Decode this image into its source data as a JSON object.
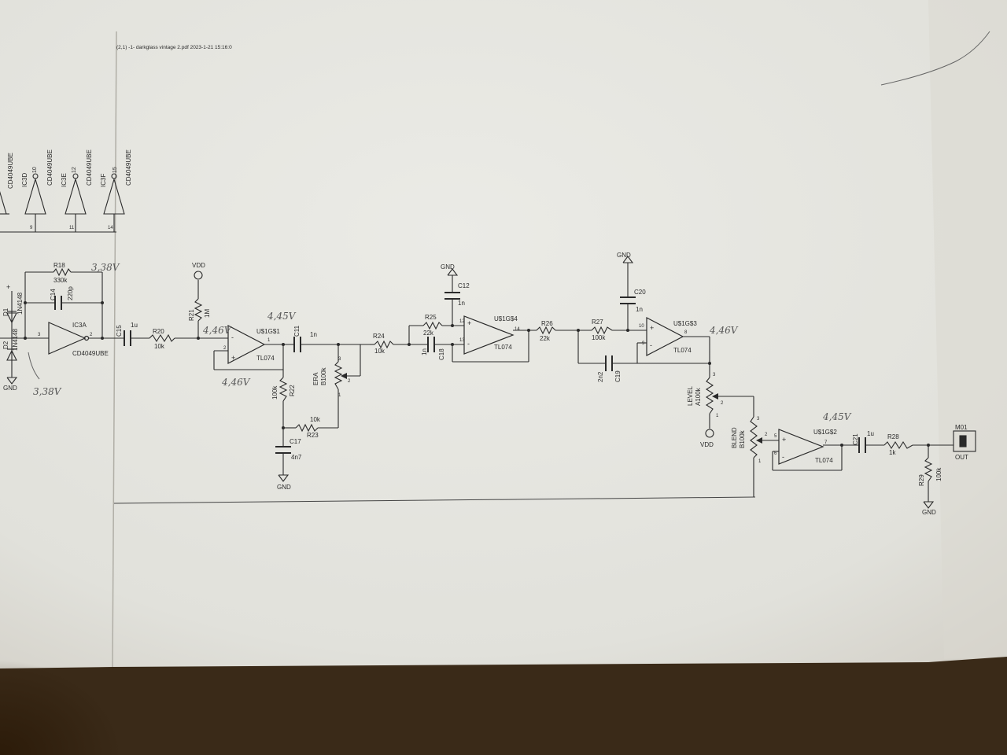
{
  "header": "(2,1) -1- darkglass vintage 2.pdf 2023-1-21 15:16:0",
  "inverters": [
    {
      "ic": "CD4049UBE",
      "pin": "",
      "bottom_pin": ""
    },
    {
      "ic": "CD4049UBE",
      "unit": "IC3D",
      "pin": "10",
      "bottom_pin": "9"
    },
    {
      "ic": "CD4049UBE",
      "unit": "IC3E",
      "pin": "12",
      "bottom_pin": "11"
    },
    {
      "ic": "CD4049UBE",
      "unit": "IC3F",
      "pin": "15",
      "bottom_pin": "14"
    }
  ],
  "front": {
    "r18": "R18",
    "r18_val": "330k",
    "c14": "C14",
    "c14_val": "220p",
    "d1": "D1",
    "d1_type": "1N4148",
    "d2": "D2",
    "d2_type": "1N4148",
    "ic3a": "IC3A",
    "ic3a_type": "CD4049UBE",
    "pin3": "3",
    "pin2": "2",
    "gnd": "GND",
    "plus": "+"
  },
  "components": {
    "c15": "C15",
    "c15_val": "1u",
    "r20": "R20",
    "r20_val": "10k",
    "r21": "R21",
    "r21_val": "1M",
    "vdd": "VDD",
    "u1": "U$1G$1",
    "u1_type": "TL074",
    "u1_pin1": "1",
    "u1_pin2": "2",
    "c11": "C11",
    "c11_val": "1n",
    "era": "ERA",
    "era_val": "B100k",
    "r22": "R22",
    "r22_val": "100k",
    "r23": "R23",
    "r23_val": "10k",
    "c17": "C17",
    "c17_val": "4n7",
    "gnd": "GND",
    "r24": "R24",
    "r24_val": "10k",
    "r25": "R25",
    "r25_val": "22k",
    "c18": "C18",
    "c18_val": "1n",
    "c12": "C12",
    "c12_val": "1n",
    "u4": "U$1G$4",
    "u4_type": "TL074",
    "u4_pin12": "12",
    "u4_pin13": "13",
    "u4_pin14": "14",
    "r26": "R26",
    "r26_val": "22k",
    "r27": "R27",
    "r27_val": "100k",
    "c19": "C19",
    "c19_val": "2n2",
    "c20": "C20",
    "c20_val": "1n",
    "u3": "U$1G$3",
    "u3_type": "TL074",
    "u3_pin10": "10",
    "u3_pin9": "9",
    "u3_pin8": "8",
    "level": "LEVEL",
    "level_val": "A100k",
    "blend": "BLEND",
    "blend_val": "B100k",
    "u2": "U$1G$2",
    "u2_type": "TL074",
    "u2_pin5": "5",
    "u2_pin6": "6",
    "u2_pin7": "7",
    "c21": "C21",
    "c21_val": "1u",
    "r28": "R28",
    "r28_val": "1k",
    "r29": "R29",
    "r29_val": "100k",
    "m01": "M01",
    "out": "OUT",
    "pot1": "1",
    "pot2": "2",
    "pot3": "3"
  },
  "handwritten": {
    "v_r18": "3,38V",
    "v_in": "3,38V",
    "v_u1_top": "4,45V",
    "v_u1_in": "4,46V",
    "v_u1_bottom": "4,46V",
    "v_u3": "4,46V",
    "v_u2": "4,45V"
  },
  "colors": {
    "paper": "#e4e4df",
    "ink": "#2a2a2a",
    "pencil": "#555555",
    "background": "#3a2a18"
  }
}
